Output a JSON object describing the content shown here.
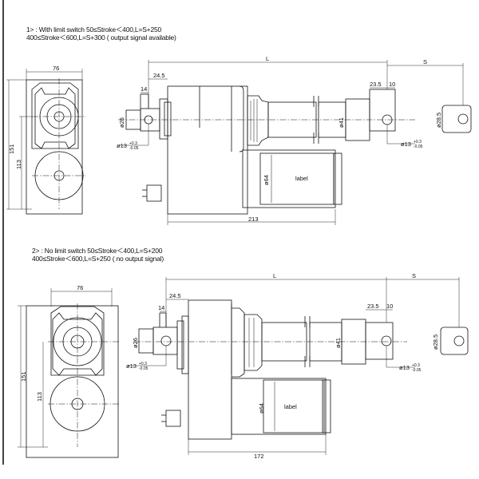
{
  "notes": {
    "top_line1": "1> : With limit switch    50≤Stroke＜400,L=S+250",
    "top_line2": "400≤Stroke＜600,L=S+300  ( output signal available)",
    "bottom_line1": "2> : No limit switch    50≤Stroke＜400,L=S+200",
    "bottom_line2": "400≤Stroke＜600,L=S+250  ( no output signal)"
  },
  "drawing1": {
    "width_76": "76",
    "height_151": "151",
    "height_113": "113",
    "dim_L": "L",
    "dim_S": "S",
    "dim_24_5": "24.5",
    "dim_14": "14",
    "dim_23_5": "23.5",
    "dim_10": "10",
    "dia_26": "ø26",
    "dia_41": "ø41",
    "dia_64": "ø64",
    "dia_28_5": "ø28.5",
    "hole_left": "ø13",
    "hole_right": "ø13",
    "tol_upper": "+0.3",
    "tol_lower": "-0.05",
    "label": "label",
    "length_total": "213"
  },
  "drawing2": {
    "width_76": "76",
    "height_151": "151",
    "height_113": "113",
    "dim_L": "L",
    "dim_S": "S",
    "dim_24_5": "24.5",
    "dim_14": "14",
    "dim_23_5": "23.5",
    "dim_10": "10",
    "dia_26": "ø26",
    "dia_41": "ø41",
    "dia_64": "ø64",
    "dia_28_5": "ø28.5",
    "hole_left": "ø13",
    "hole_right": "ø13",
    "tol_upper": "+0.3",
    "tol_lower": "-0.05",
    "label": "label",
    "length_total": "172"
  }
}
